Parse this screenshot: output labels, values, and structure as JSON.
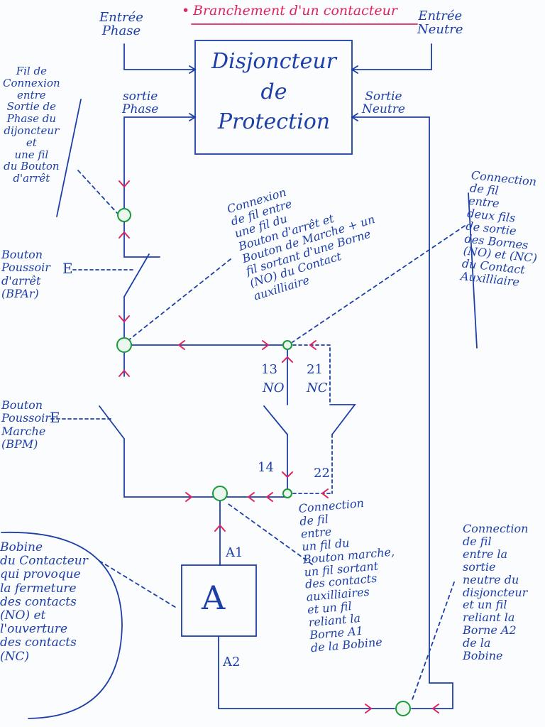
{
  "title": "Branchement d'un contacteur",
  "inputs": {
    "phase": "Entrée\nPhase",
    "neutre": "Entrée\nNeutre"
  },
  "breaker": {
    "label": "Disjoncteur\nde\nProtection",
    "out_phase": "sortie\nPhase",
    "out_neutre": "Sortie\nNeutre"
  },
  "annotations": {
    "fil_connexion": "Fil de\nConnexion\nentre\nSortie de\nPhase du\ndijoncteur\net\nune fil\ndu Bouton\nd'arrêt",
    "stop_node": "Connexion\nde fil entre\nune fil du\nBouton d'arrêt et\nBouton de Marche + un\nfil sortant d'une Borne\n(NO) du Contact\nauxilliaire",
    "aux_node": "Connection\nde fil\nentre\ndeux fils\nde sortie\ndes Bornes\n(NO) et (NC)\ndu Contact\nAuxilliaire",
    "coil_node": "Connection\nde fil\nentre\nun fil du\nBouton marche,\nun fil sortant\ndes contacts\nauxilliaires\net un fil\nreliant la\nBorne A1\nde la Bobine",
    "neutral_node": "Connection\nde fil\nentre la\nsortie\nneutre du\ndisjoncteur\net un fil\nreliant la\nBorne A2\nde la\nBobine",
    "coil_desc": "Bobine\ndu Contacteur\nqui provoque\nla fermeture\ndes contacts\n(NO) et\nl'ouverture\ndes contacts\n(NC)"
  },
  "buttons": {
    "stop": "Bouton\nPoussoir\nd'arrêt\n(BPAr)",
    "start": "Bouton\nPoussoir\nMarche\n(BPM)",
    "e_label": "E"
  },
  "terminals": {
    "t13": "13",
    "no": "NO",
    "t21": "21",
    "nc": "NC",
    "t14": "14",
    "t22": "22",
    "a1": "A1",
    "a2": "A2"
  },
  "coil_letter": "A",
  "colors": {
    "ink": "#1d3fa8",
    "arrow": "#e0245e",
    "node": "#1a9a3a",
    "title": "#e0245e"
  }
}
